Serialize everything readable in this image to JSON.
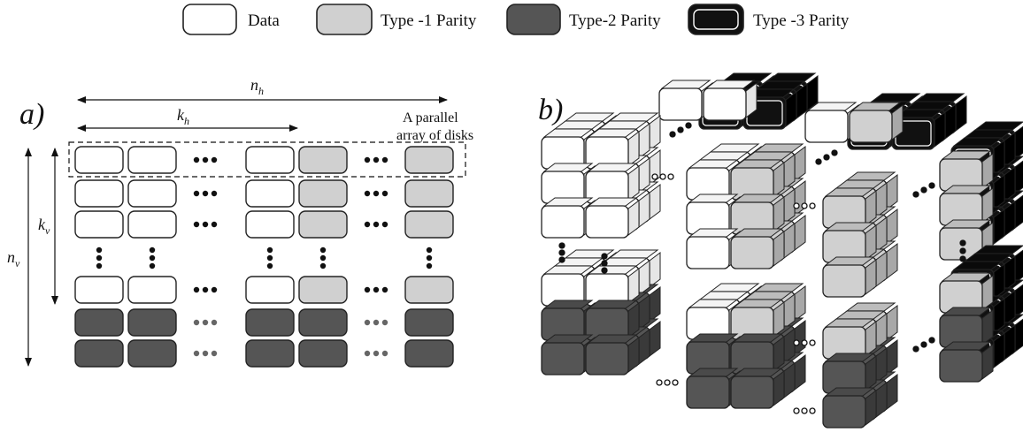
{
  "legend": {
    "data": "Data",
    "type1": "Type -1 Parity",
    "type2": "Type-2 Parity",
    "type3": "Type -3 Parity"
  },
  "panel_a": {
    "label": "a)",
    "n_h": "n",
    "n_h_sub": "h",
    "k_h": "k",
    "k_h_sub": "h",
    "k_v": "k",
    "k_v_sub": "v",
    "n_v": "n",
    "n_v_sub": "v",
    "note_line1": "A parallel",
    "note_line2": "array of disks"
  },
  "panel_b": {
    "label": "b)"
  },
  "colors": {
    "data": "#ffffff",
    "type1": "#d0d0d0",
    "type2": "#555555",
    "type3": "#111111",
    "outline": "#222222"
  }
}
